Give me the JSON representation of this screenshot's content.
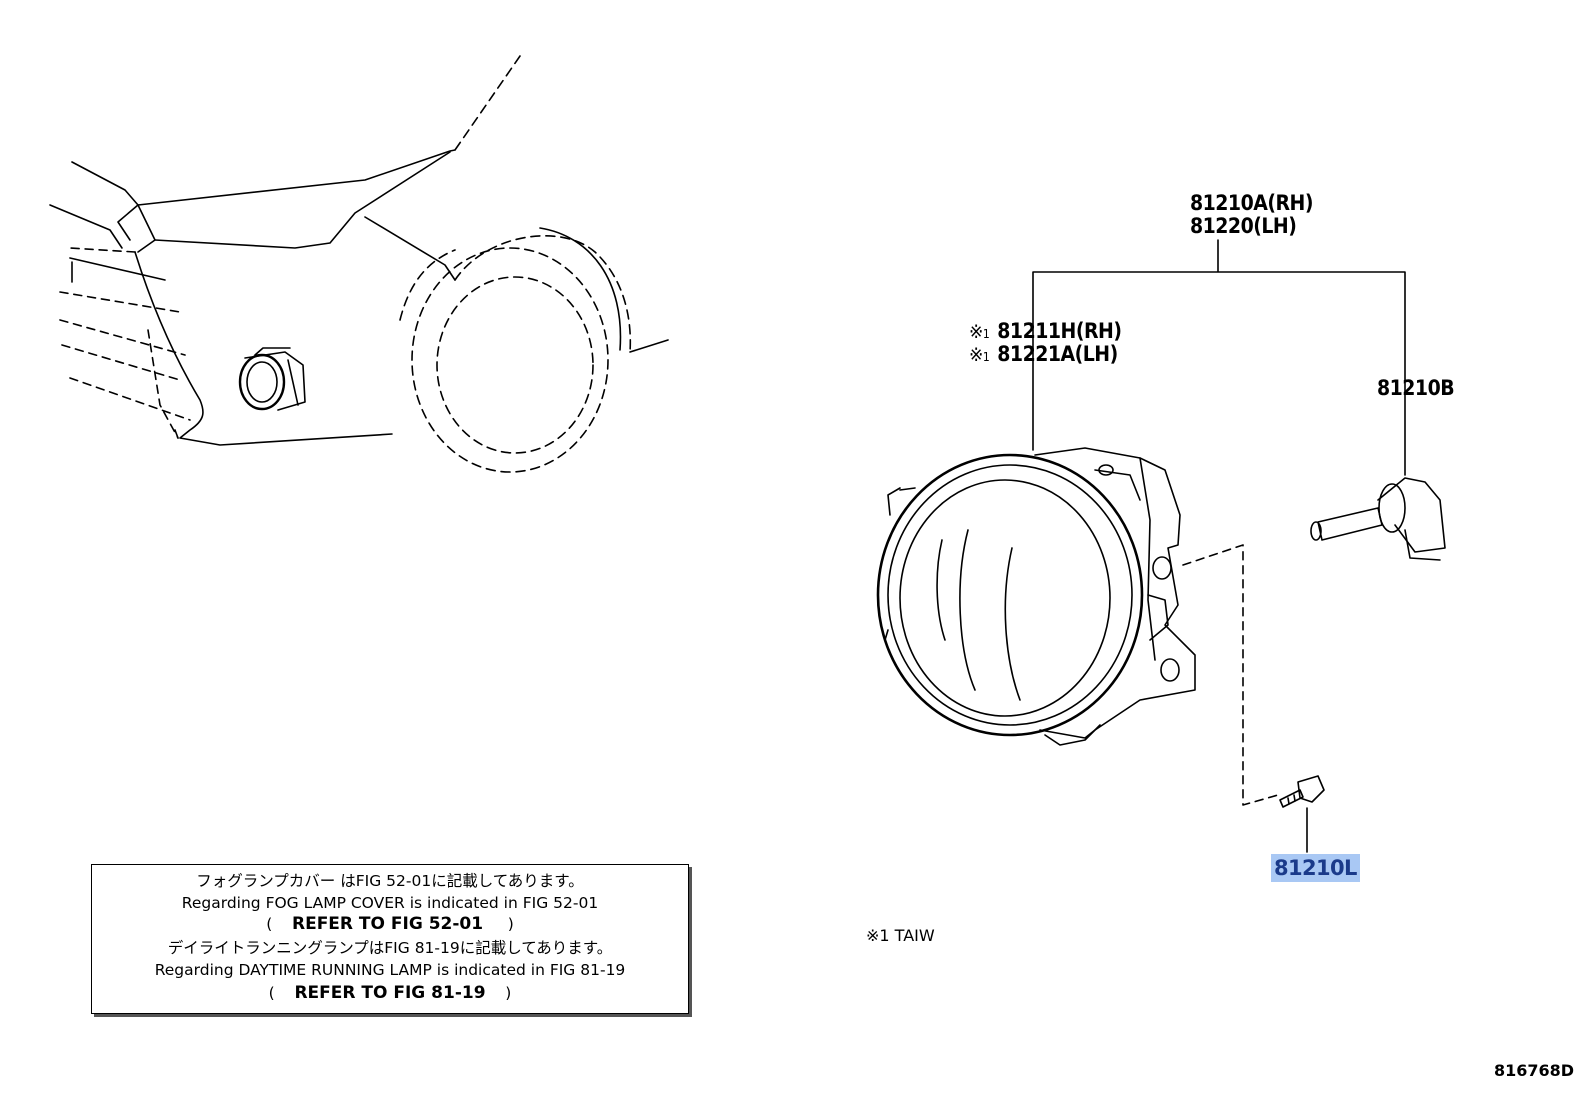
{
  "callouts": {
    "housing_rh": "81210A(RH)",
    "housing_lh": "81220(LH)",
    "unit_rh": "81211H(RH)",
    "unit_lh": "81221A(LH)",
    "bulb": "81210B",
    "screw": "81210L"
  },
  "marks": {
    "symbol": "※",
    "index": "1"
  },
  "note_box": {
    "line1": "フォグランプカバー はFIG 52-01に記載してあります。",
    "line2": "Regarding FOG LAMP COVER is indicated in FIG 52-01",
    "line3_open": "(",
    "line3_ref": "REFER TO FIG 52-01",
    "line3_close": ")",
    "line4": "デイライトランニングランプはFIG 81-19に記載してあります。",
    "line5": "Regarding DAYTIME RUNNING LAMP is indicated in FIG 81-19",
    "line6_open": "(",
    "line6_ref": "REFER TO FIG 81-19",
    "line6_close": ")"
  },
  "footnote": "※1 TAIW",
  "figure_id": "816768D",
  "colors": {
    "line": "#000000",
    "highlight_bg": "#a9c8f4",
    "highlight_text": "#1a3a8a"
  }
}
